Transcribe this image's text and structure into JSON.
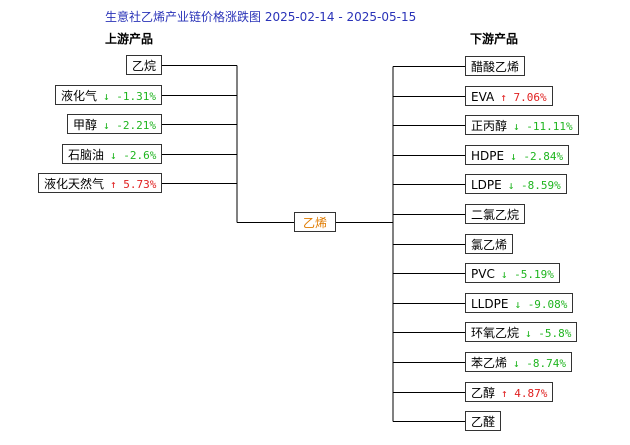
{
  "title": "生意社乙烯产业链价格涨跌图 2025-02-14 - 2025-05-15",
  "upstream_label": "上游产品",
  "downstream_label": "下游产品",
  "center": {
    "name": "乙烯",
    "color": "#e07b00"
  },
  "colors": {
    "up": "#e02020",
    "down": "#1fb51f",
    "title": "#2a33b8"
  },
  "upstream": [
    {
      "name": "乙烷",
      "change": "",
      "dir": ""
    },
    {
      "name": "液化气",
      "change": "-1.31%",
      "dir": "down"
    },
    {
      "name": "甲醇",
      "change": "-2.21%",
      "dir": "down"
    },
    {
      "name": "石脑油",
      "change": "-2.6%",
      "dir": "down"
    },
    {
      "name": "液化天然气",
      "change": "5.73%",
      "dir": "up"
    }
  ],
  "downstream": [
    {
      "name": "醋酸乙烯",
      "change": "",
      "dir": ""
    },
    {
      "name": "EVA",
      "change": "7.06%",
      "dir": "up"
    },
    {
      "name": "正丙醇",
      "change": "-11.11%",
      "dir": "down"
    },
    {
      "name": "HDPE",
      "change": "-2.84%",
      "dir": "down"
    },
    {
      "name": "LDPE",
      "change": "-8.59%",
      "dir": "down"
    },
    {
      "name": "二氯乙烷",
      "change": "",
      "dir": ""
    },
    {
      "name": "氯乙烯",
      "change": "",
      "dir": ""
    },
    {
      "name": "PVC",
      "change": "-5.19%",
      "dir": "down"
    },
    {
      "name": "LLDPE",
      "change": "-9.08%",
      "dir": "down"
    },
    {
      "name": "环氧乙烷",
      "change": "-5.8%",
      "dir": "down"
    },
    {
      "name": "苯乙烯",
      "change": "-8.74%",
      "dir": "down"
    },
    {
      "name": "乙醇",
      "change": "4.87%",
      "dir": "up"
    },
    {
      "name": "乙醛",
      "change": "",
      "dir": ""
    }
  ]
}
